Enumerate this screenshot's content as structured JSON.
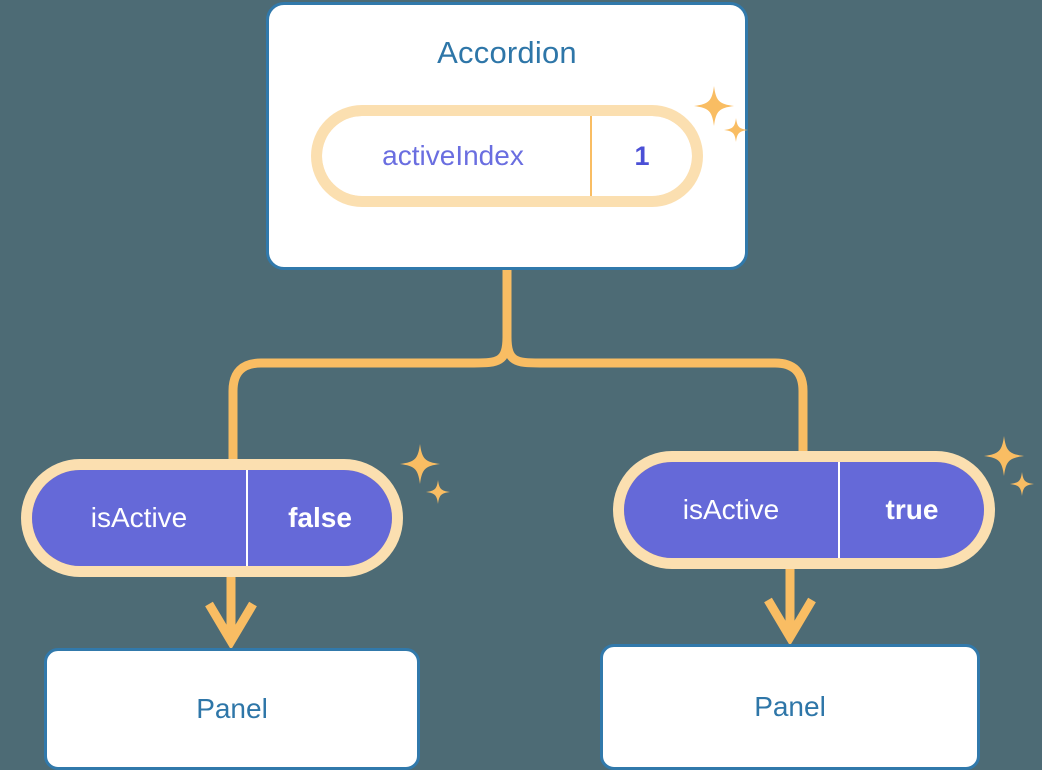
{
  "theme": {
    "background": "#4d6b75",
    "card_border": "#3179ab",
    "card_fill": "#ffffff",
    "title_text": "#2e76a8",
    "accent_orange": "#f9bd63",
    "accent_orange_halo": "#fbdfb0",
    "pill_purple": "#6569d8",
    "key_text_light": "#6a6ee0",
    "value_text_light": "#4b4fd6",
    "pill_text_on_purple": "#ffffff"
  },
  "diagram": {
    "type": "component-state-tree",
    "root": {
      "title": "Accordion",
      "prop": {
        "key": "activeIndex",
        "value": "1"
      }
    },
    "children": [
      {
        "side": "left",
        "prop": {
          "key": "isActive",
          "value": "false"
        },
        "panel_label": "Panel"
      },
      {
        "side": "right",
        "prop": {
          "key": "isActive",
          "value": "true"
        },
        "panel_label": "Panel"
      }
    ]
  },
  "icons": {
    "sparkle_large": "sparkle-four-point-large",
    "sparkle_small": "sparkle-four-point-small",
    "arrow": "arrow-down"
  }
}
